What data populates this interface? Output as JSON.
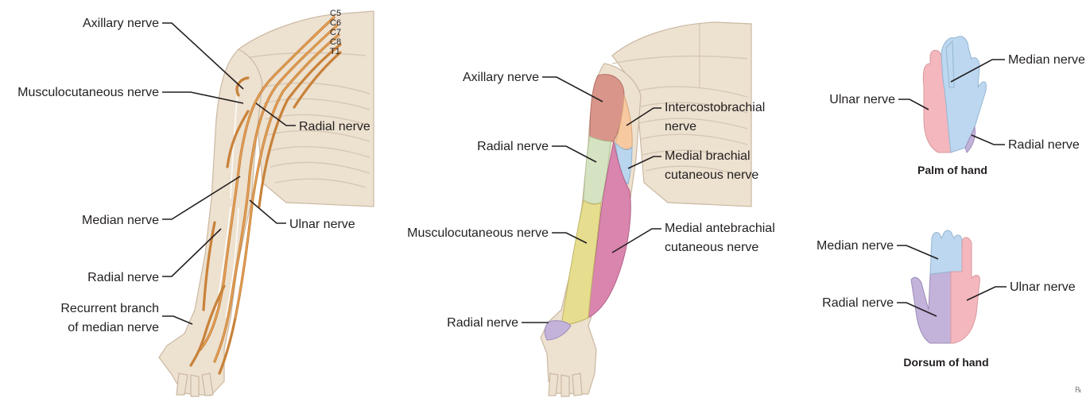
{
  "colors": {
    "skin": "#ede1d0",
    "nerve": "#c8823a",
    "axillary": "#d9958a",
    "radial_zone": "#d6e3c3",
    "musculocutaneous_zone": "#e6dd8e",
    "intercostobrachial_zone": "#f7c9a0",
    "medial_brachial_zone": "#b9d6ee",
    "medial_antebrachial_zone": "#d985ad",
    "ulnar_hand": "#f4b7bd",
    "median_hand": "#bcd7ef",
    "radial_hand": "#c3b3da"
  },
  "left_panel": {
    "roots": [
      "C5",
      "C6",
      "C7",
      "C8",
      "T1"
    ],
    "labels": {
      "axillary": "Axillary nerve",
      "musculocutaneous": "Musculocutaneous nerve",
      "radial_upper": "Radial nerve",
      "median": "Median nerve",
      "ulnar": "Ulnar nerve",
      "radial_lower": "Radial nerve",
      "recurrent_line1": "Recurrent branch",
      "recurrent_line2": "of median nerve"
    }
  },
  "middle_panel": {
    "labels": {
      "axillary": "Axillary nerve",
      "intercosto_line1": "Intercostobrachial",
      "intercosto_line2": "nerve",
      "radial_upper": "Radial nerve",
      "medial_brachial_line1": "Medial brachial",
      "medial_brachial_line2": "cutaneous nerve",
      "musculocutaneous": "Musculocutaneous nerve",
      "medial_antebrachial_line1": "Medial antebrachial",
      "medial_antebrachial_line2": "cutaneous nerve",
      "radial_lower": "Radial nerve"
    }
  },
  "palm_panel": {
    "caption": "Palm of hand",
    "labels": {
      "median": "Median nerve",
      "ulnar": "Ulnar nerve",
      "radial": "Radial nerve"
    }
  },
  "dorsum_panel": {
    "caption": "Dorsum of hand",
    "labels": {
      "median": "Median nerve",
      "radial": "Radial nerve",
      "ulnar": "Ulnar nerve"
    }
  },
  "corner_mark": "℞"
}
